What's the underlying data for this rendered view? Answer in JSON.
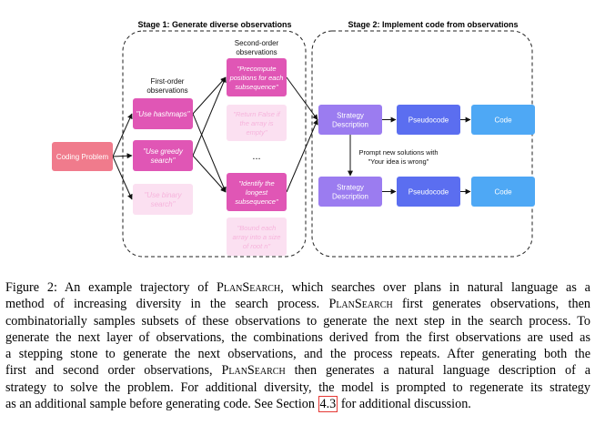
{
  "figure": {
    "stage1_title": "Stage 1: Generate diverse observations",
    "stage2_title": "Stage 2: Implement code from observations",
    "first_order_label": [
      "First-order",
      "observations"
    ],
    "second_order_label": [
      "Second-order",
      "observations"
    ],
    "coding_problem": "Coding Problem",
    "first_order": [
      {
        "lines": [
          "\"Use hashmaps\""
        ],
        "faded": false
      },
      {
        "lines": [
          "\"Use greedy",
          "search\""
        ],
        "faded": false
      },
      {
        "lines": [
          "\"Use binary",
          "search\""
        ],
        "faded": true
      }
    ],
    "second_order": [
      {
        "lines": [
          "\"Precompute",
          "positions for each",
          "subsequence\""
        ],
        "faded": false
      },
      {
        "lines": [
          "\"Return False if",
          "the array is",
          "empty\""
        ],
        "faded": true
      },
      {
        "lines": [
          "\"Identify the",
          "longest",
          "subsequence\""
        ],
        "faded": false
      },
      {
        "lines": [
          "\"Bound each",
          "array into a size",
          "of root n\""
        ],
        "faded": true
      }
    ],
    "ellipsis": "...",
    "strategy_label": [
      "Strategy",
      "Description"
    ],
    "pseudocode_label": "Pseudocode",
    "code_label": "Code",
    "prompt_label": [
      "Prompt new solutions with",
      "\"Your idea is wrong\""
    ],
    "colors": {
      "coding_problem": "#f07b8c",
      "observation": "#e056b5",
      "observation_faded": "#fbe0f1",
      "strategy": "#9b7cf0",
      "pseudocode": "#5b6ef0",
      "code": "#4ea8f5"
    }
  },
  "caption": {
    "lines": [
      [
        "Figure 2: An example trajectory of ",
        {
          "sc": "PlanSearch"
        },
        ", which searches over plans in natural language as a"
      ],
      [
        "method of increasing diversity in the search process. ",
        {
          "sc": "PlanSearch"
        },
        " first generates observations, then"
      ],
      [
        "combinatorially samples subsets of these observations to generate the next step in the search process. To"
      ],
      [
        "generate the next layer of observations, the combinations derived from the first observations are used as"
      ],
      [
        "a stepping stone to generate the next observations, and the process repeats. After generating both the"
      ],
      [
        "first and second order observations, ",
        {
          "sc": "PlanSearch"
        },
        " then generates a natural language description of a"
      ],
      [
        "strategy to solve the problem. For additional diversity, the model is prompted to regenerate its strategy"
      ],
      [
        "as an additional sample before generating code. See Section ",
        {
          "ref": "4.3"
        },
        " for additional discussion."
      ]
    ]
  }
}
